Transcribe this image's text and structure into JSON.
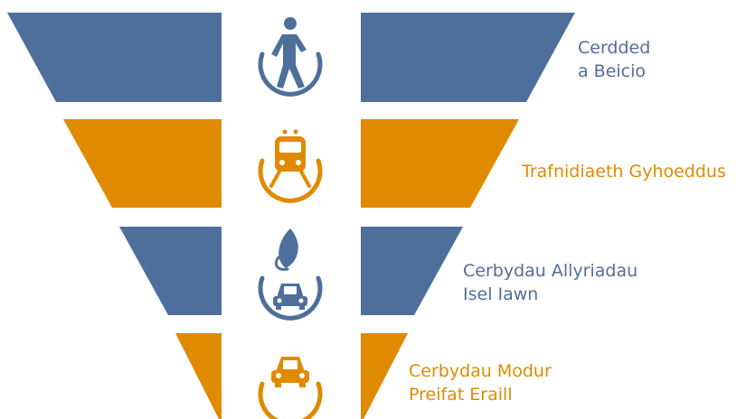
{
  "colors": {
    "blue": "#4e6f9c",
    "orange": "#e08a00"
  },
  "levels": [
    {
      "lines": [
        "Cerdded",
        "a Beicio"
      ],
      "color": "blue",
      "icon": "walking-person-icon"
    },
    {
      "lines": [
        "Trafnidiaeth Gyhoeddus"
      ],
      "color": "orange",
      "icon": "train-icon"
    },
    {
      "lines": [
        "Cerbydau Allyriadau",
        "Isel Iawn"
      ],
      "color": "blue",
      "icon": "leaf-car-icon"
    },
    {
      "lines": [
        "Cerbydau Modur",
        "Preifat Eraill"
      ],
      "color": "orange",
      "icon": "car-icon"
    }
  ]
}
